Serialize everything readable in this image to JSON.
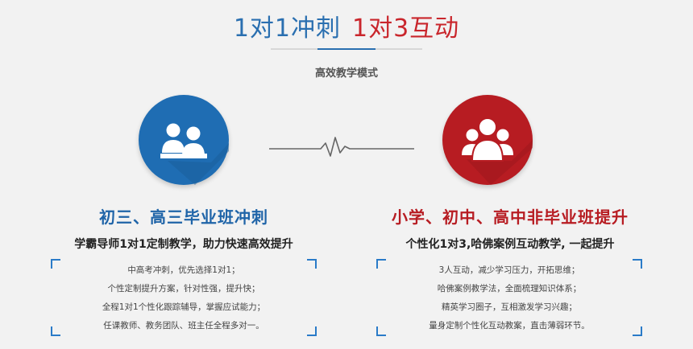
{
  "header": {
    "title_part1": "1对1冲刺",
    "title_part2": "1对3互动",
    "subtitle": "高效教学模式"
  },
  "colors": {
    "blue": "#1f6db3",
    "red": "#b71c22",
    "background": "#f2f2f2"
  },
  "left": {
    "icon": "two-students-at-desk-icon",
    "title": "初三、高三毕业班冲刺",
    "subtitle": "学霸导师1对1定制教学，助力快速高效提升",
    "lines": [
      "中高考冲刺，优先选择1对1；",
      "个性定制提升方案，针对性强，提升快；",
      "全程1对1个性化跟踪辅导，掌握应试能力；",
      "任课教师、教务团队、班主任全程多对一。"
    ]
  },
  "right": {
    "icon": "group-of-three-icon",
    "title": "小学、初中、高中非毕业班提升",
    "subtitle": "个性化1对3,哈佛案例互动教学, 一起提升",
    "lines": [
      "3人互动，减少学习压力，开拓思维；",
      "哈佛案例教学法，全面梳理知识体系；",
      "精英学习圈子，互相激发学习兴趣；",
      "量身定制个性化互动教案，直击薄弱环节。"
    ]
  }
}
